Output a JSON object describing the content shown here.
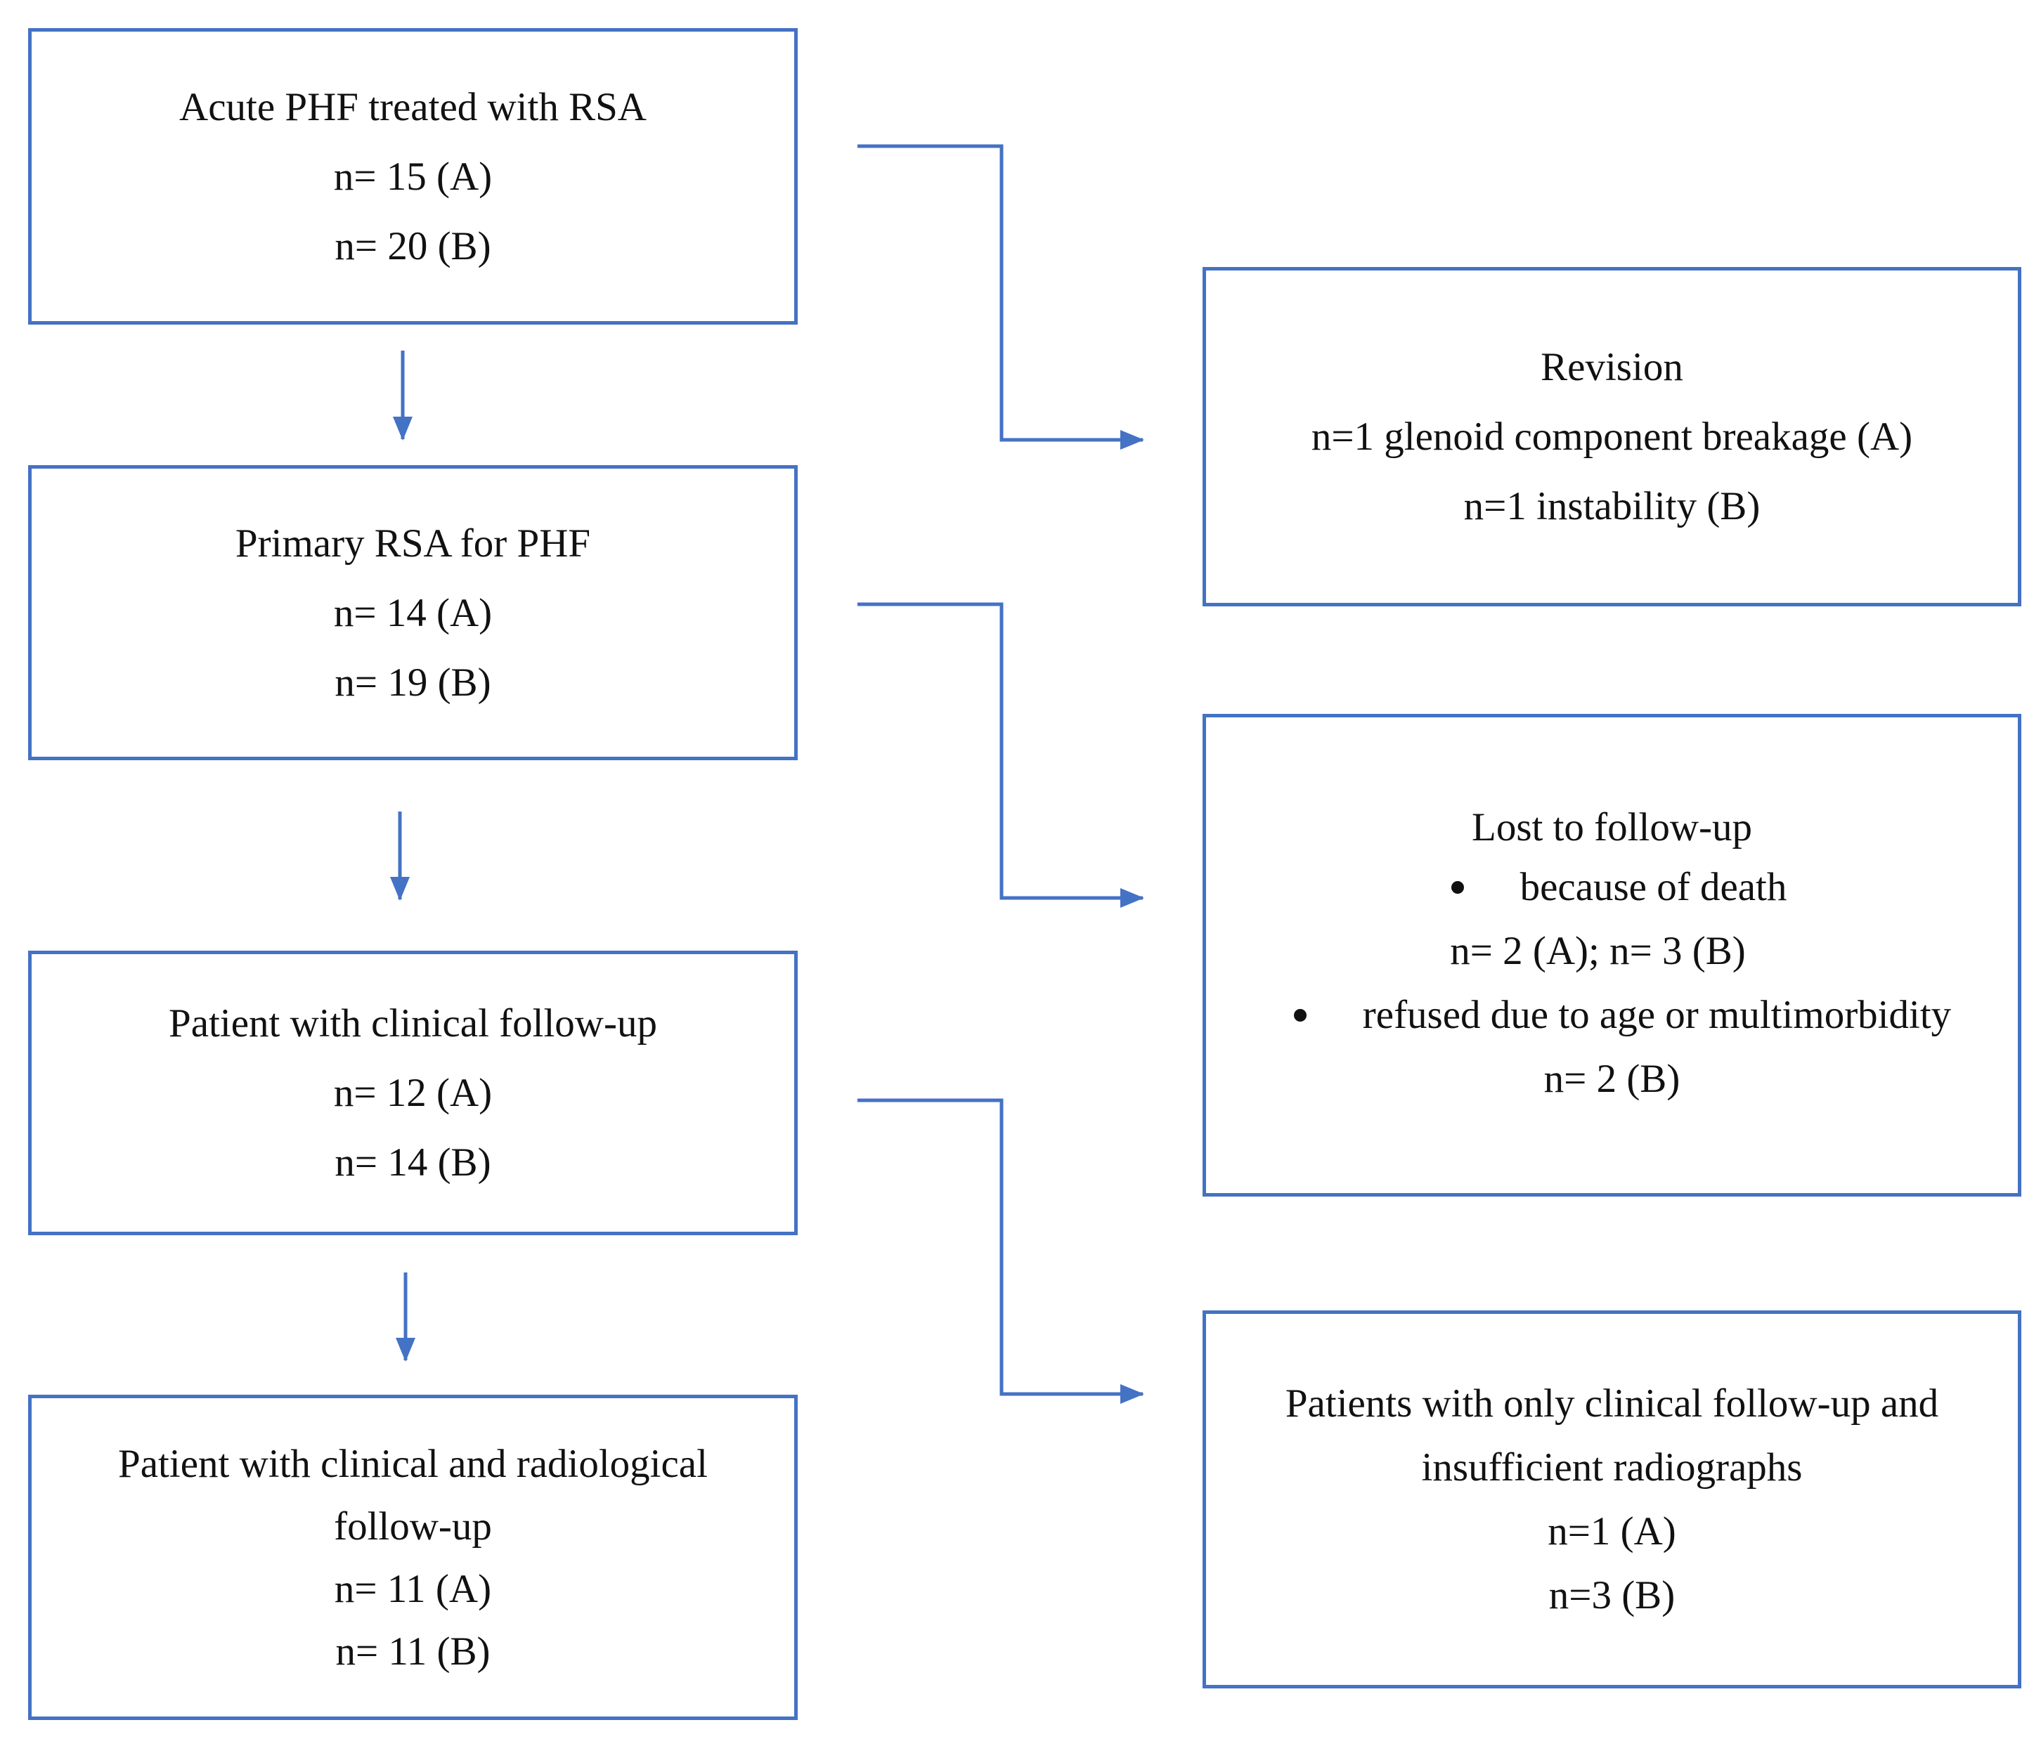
{
  "diagram": {
    "flow_boxes": [
      {
        "lines": [
          "Acute PHF treated with RSA",
          "n= 15 (A)",
          "n= 20 (B)"
        ]
      },
      {
        "lines": [
          "Primary RSA for PHF",
          "n= 14 (A)",
          "n= 19 (B)"
        ]
      },
      {
        "lines": [
          "Patient with clinical follow-up",
          "n= 12 (A)",
          "n= 14 (B)"
        ]
      },
      {
        "lines": [
          "Patient with clinical and radiological",
          "follow-up",
          "n= 11 (A)",
          "n= 11 (B)"
        ]
      }
    ],
    "side_boxes": {
      "revision": {
        "title": "Revision",
        "lines": [
          "n=1 glenoid component breakage (A)",
          "n=1 instability (B)"
        ]
      },
      "lost": {
        "title": "Lost to follow-up",
        "bullet1": "because of death",
        "count1": "n= 2 (A); n= 3 (B)",
        "bullet2": "refused due to age or multimorbidity",
        "count2": "n= 2 (B)"
      },
      "only_clinical": {
        "lines": [
          "Patients with only clinical follow-up and",
          "insufficient radiographs",
          "n=1 (A)",
          "n=3 (B)"
        ]
      }
    },
    "colors": {
      "stroke": "#4472c4",
      "text": "#111111"
    }
  }
}
